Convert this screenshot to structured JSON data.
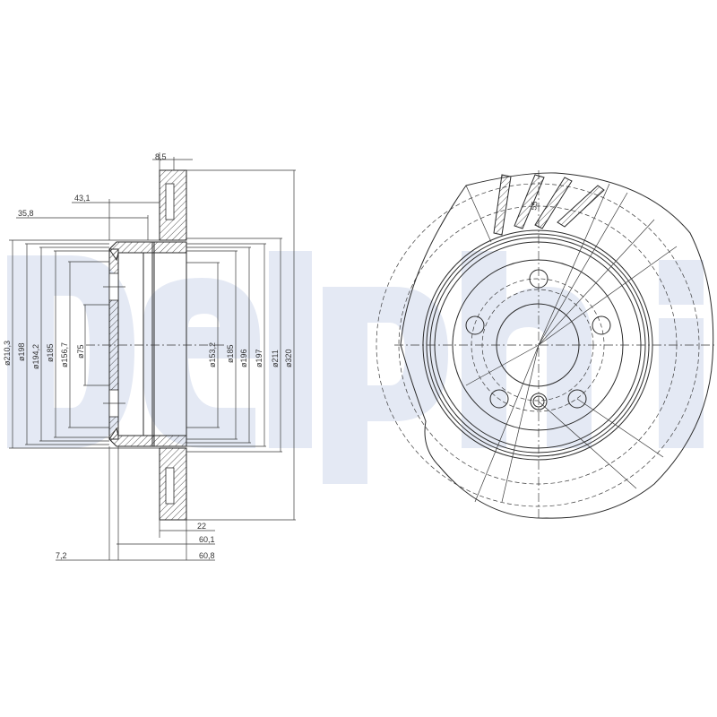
{
  "watermark": {
    "text": "Delphi",
    "color": "#e4e9f4"
  },
  "drawing": {
    "line_color": "#2a2a2a",
    "section_view": {
      "axial_dims": {
        "top_width": "8,5",
        "hat_depth_outer": "43,1",
        "hat_depth_inner": "35,8",
        "friction_width": "22",
        "height_inner": "60,1",
        "height_total": "60,8",
        "flange_thickness": "7,2"
      },
      "left_diameters": [
        "ø210,3",
        "ø198",
        "ø194,2",
        "ø185",
        "ø156,7",
        "ø75"
      ],
      "right_diameters": [
        "ø153,2",
        "ø185",
        "ø196",
        "ø197",
        "ø211",
        "ø320"
      ]
    },
    "front_view": {
      "vane_angle_label": "55",
      "bolt_holes": 5,
      "centering_holes": 1
    }
  }
}
